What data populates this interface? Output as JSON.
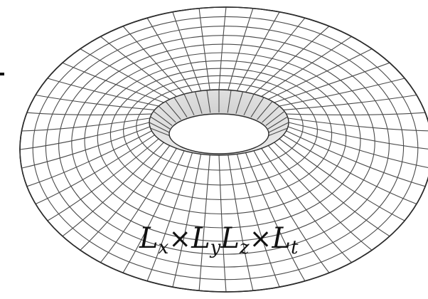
{
  "figure": {
    "grid_color": "#4a4a4a",
    "fill_color": "#f2f2f2",
    "hole_color": "#d6d6d6"
  },
  "formula": {
    "parts": [
      {
        "base": "L",
        "sub": "x"
      },
      {
        "base": "L",
        "sub": "y"
      },
      {
        "base": "L",
        "sub": "z"
      },
      {
        "base": "L",
        "sub": "t"
      }
    ],
    "times": "×"
  }
}
